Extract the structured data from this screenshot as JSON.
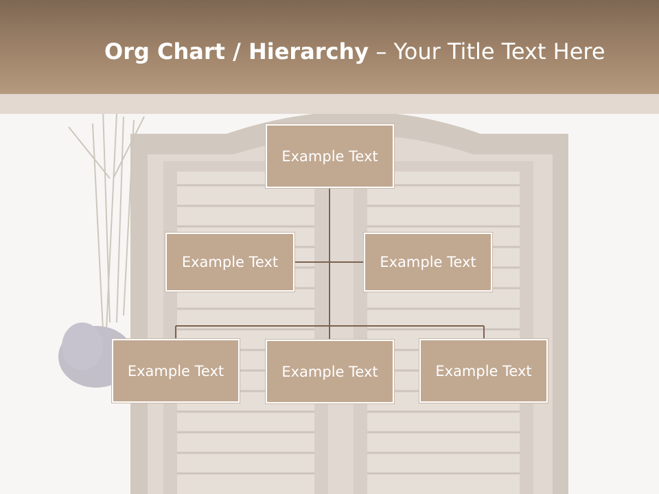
{
  "title": {
    "bold": "Org Chart / Hierarchy",
    "separator": " – ",
    "subtitle": "Your Title Text Here"
  },
  "colors": {
    "header_top": "#7d6753",
    "header_bottom": "#b59a7f",
    "node_fill": "#c1a891",
    "node_border": "#ffffff",
    "connector": "#7a6250"
  },
  "org_chart": {
    "root": "Example Text",
    "level2": [
      "Example Text",
      "Example Text"
    ],
    "level3": [
      "Example Text",
      "Example Text",
      "Example Text"
    ]
  }
}
